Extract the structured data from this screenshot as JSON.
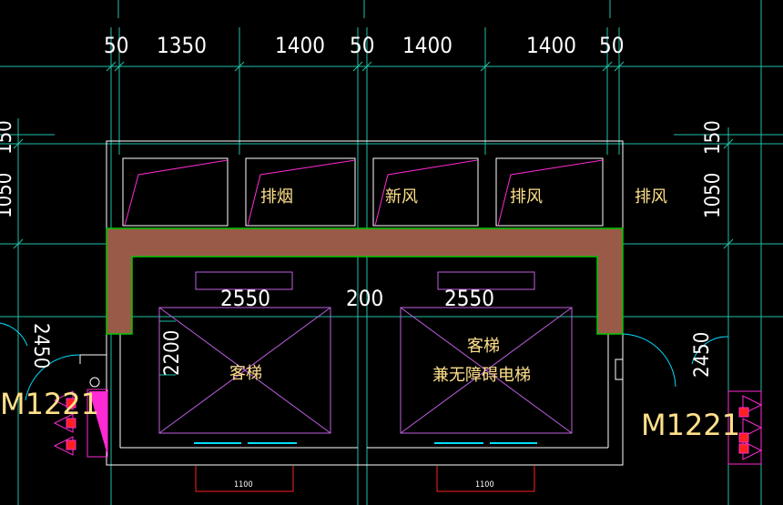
{
  "colors": {
    "background": "#000000",
    "dimension_line": "#20c0a8",
    "wall": "#ffffff",
    "green": "#00c800",
    "brown_band": "#9a5a48",
    "magenta": "#ff2ad4",
    "violet": "#c060e0",
    "cyan": "#00e0ff",
    "red": "#ff2020",
    "text": "#ffe08a"
  },
  "top_dimensions": [
    "50",
    "1350",
    "1400",
    "50",
    "1400",
    "1400",
    "50"
  ],
  "side_dimensions": {
    "left_top": "150",
    "left_mid": "1050",
    "right_top": "150",
    "right_mid": "1050",
    "left_door": "2450",
    "right_door": "2450",
    "shaft_depth": "2200"
  },
  "shaft_dimensions": {
    "left_width": "2550",
    "gap": "200",
    "right_width": "2550",
    "left_door": "1100",
    "right_door": "1100"
  },
  "duct_labels": {
    "smoke": "排烟",
    "fresh_air": "新风",
    "exhaust_inner": "排风",
    "exhaust_outer": "排风"
  },
  "elevator_labels": {
    "left": "客梯",
    "right_line1": "客梯",
    "right_line2": "兼无障碍电梯"
  },
  "door_tags": {
    "left": "M1221",
    "right": "M1221"
  }
}
